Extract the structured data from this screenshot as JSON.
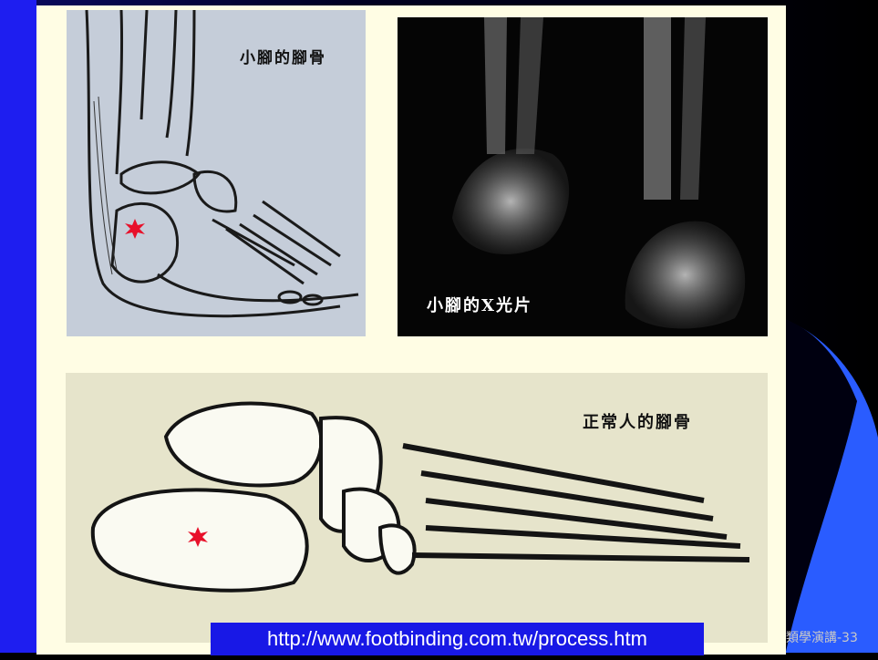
{
  "top_left_figure": {
    "caption": "小腳的腳骨"
  },
  "top_right_figure": {
    "caption": "小腳的X光片"
  },
  "bottom_figure": {
    "caption": "正常人的腳骨"
  },
  "source_url": "http://www.footbinding.com.tw/process.htm",
  "footer_text": "類學演講-33",
  "colors": {
    "marker": "#e8102a",
    "accent_bar": "#1e1ef0",
    "url_box": "#1818e6"
  }
}
